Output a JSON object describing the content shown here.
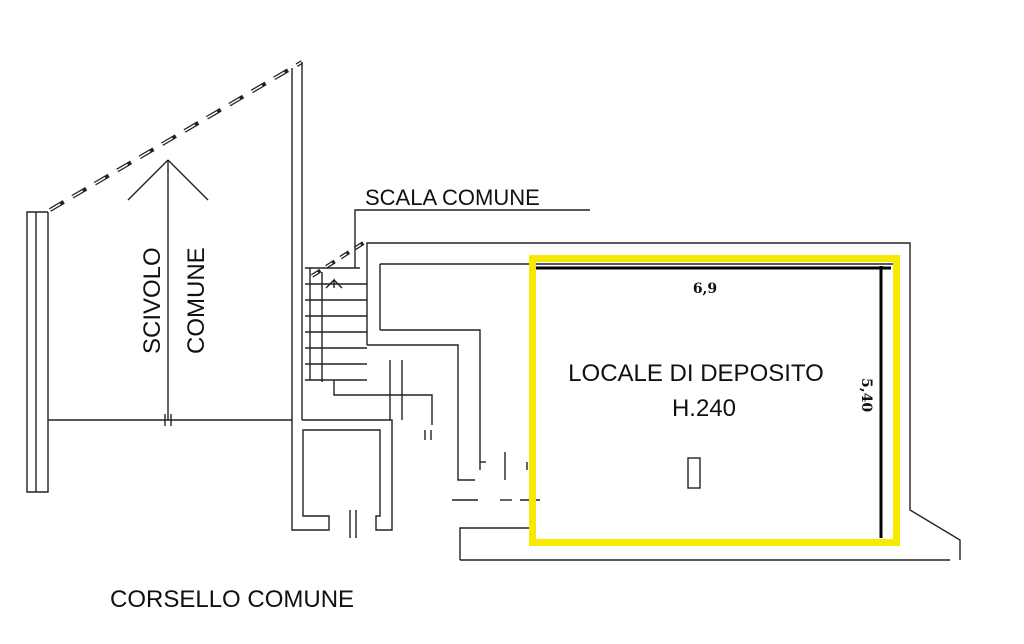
{
  "labels": {
    "ramp": [
      "SCIVOLO",
      "COMUNE"
    ],
    "stair": "SCALA COMUNE",
    "room_name": "LOCALE DI DEPOSITO",
    "room_height": "H.240",
    "corridor": "CORSELLO COMUNE"
  },
  "dimensions": {
    "width": "6,9",
    "depth": "5,40"
  },
  "colors": {
    "highlight": "#f5ea00",
    "lines": "#222222",
    "dimension_lines": "#000000"
  }
}
